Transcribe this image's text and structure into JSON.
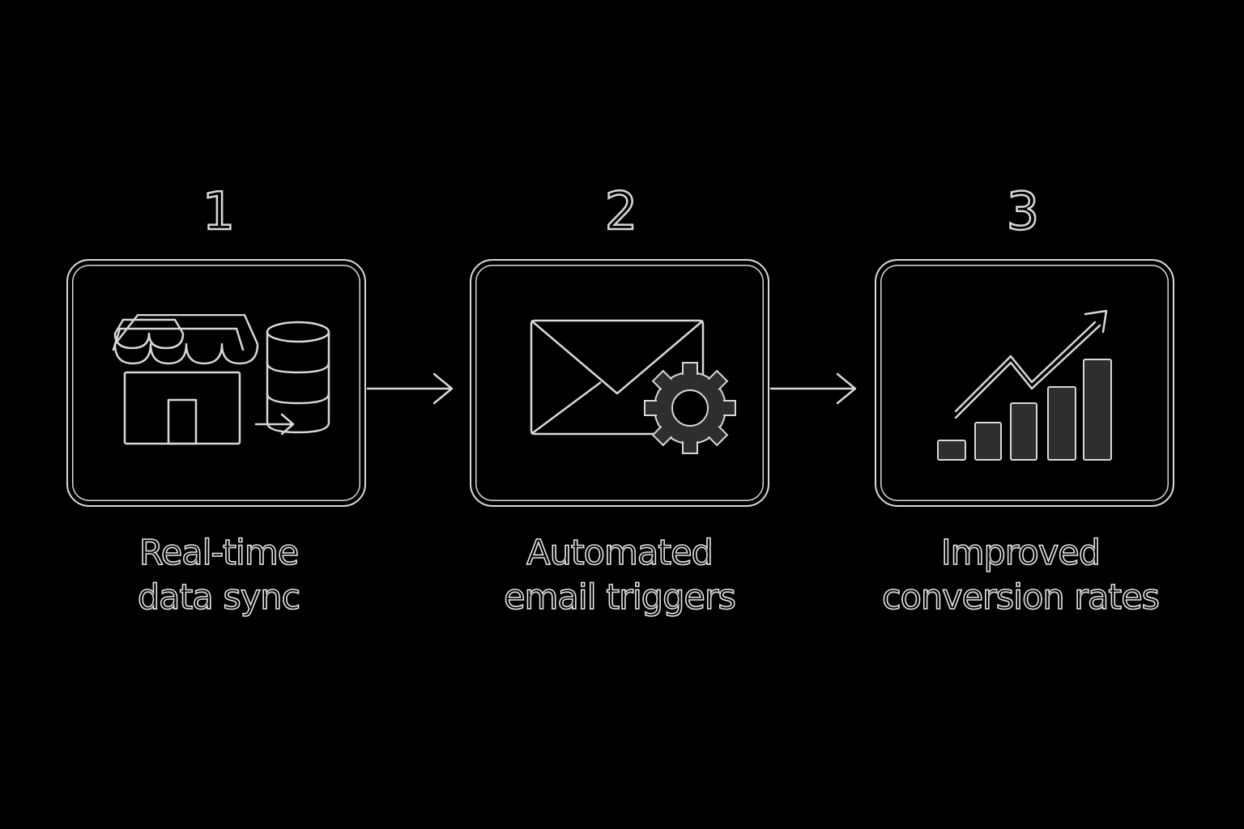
{
  "steps": [
    {
      "number": "1",
      "label_line1": "Real-time",
      "label_line2": "data sync",
      "icon": "store-database-sync-icon"
    },
    {
      "number": "2",
      "label_line1": "Automated",
      "label_line2": "email triggers",
      "icon": "email-gear-icon"
    },
    {
      "number": "3",
      "label_line1": "Improved",
      "label_line2": "conversion rates",
      "icon": "growth-chart-icon"
    }
  ],
  "colors": {
    "background": "#000000",
    "outline": "#d8d8d8",
    "icon_fill": "#2e2e2e"
  }
}
